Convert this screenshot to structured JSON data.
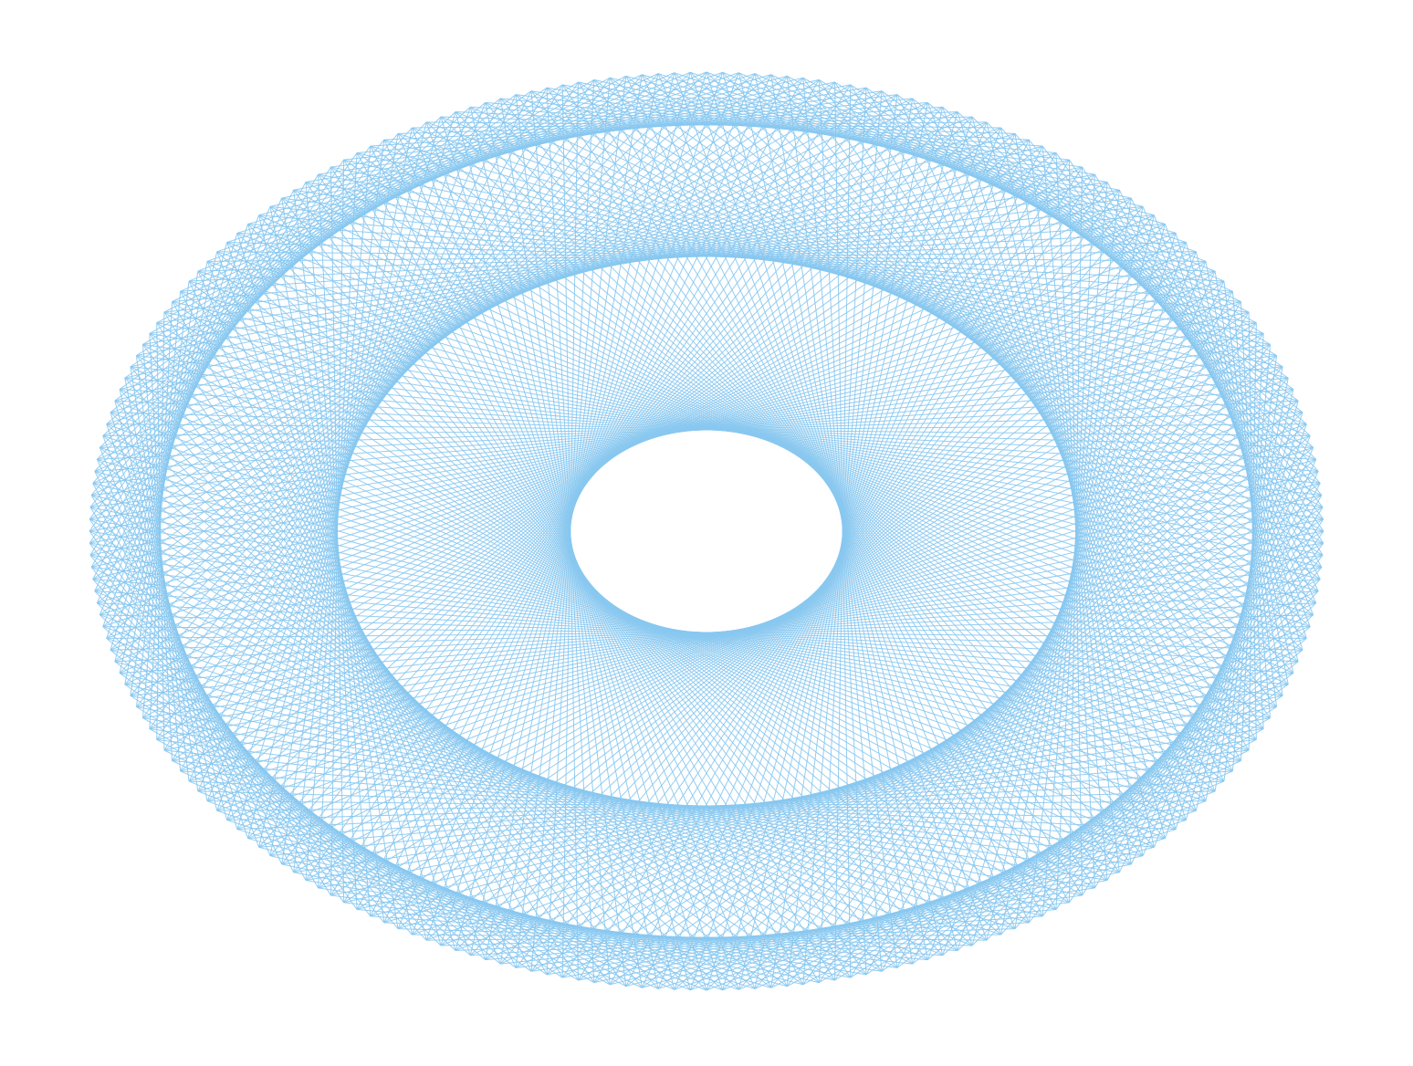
{
  "figure": {
    "kind": "string-art chord pattern on an ellipse",
    "stroke_color": "#88c8f0",
    "background": "#ffffff",
    "pin_count": 240,
    "chord_steps": [
      37,
      71,
      103
    ],
    "stroke_opacity": 0.9
  }
}
